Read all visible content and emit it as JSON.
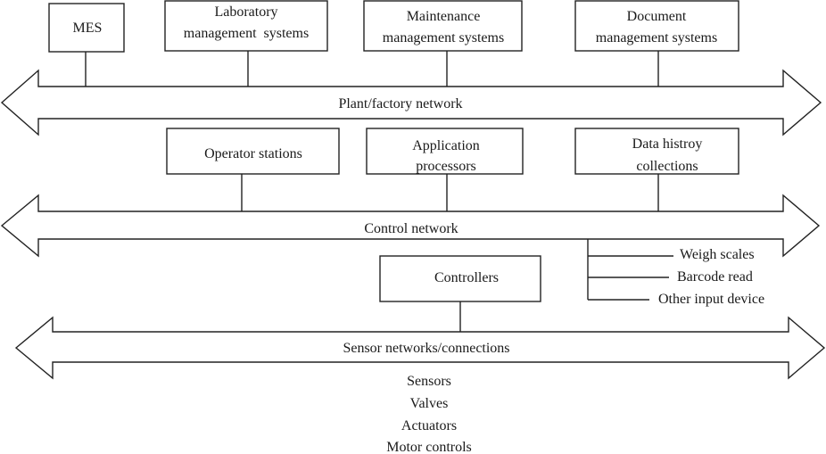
{
  "enterprise_systems": {
    "mes": "MES",
    "lab_line1": "Laboratory",
    "lab_line2": "management  systems",
    "maint_line1": "Maintenance",
    "maint_line2": "management systems",
    "doc_line1": "Document",
    "doc_line2": "management systems"
  },
  "plant_network": {
    "label": "Plant/factory network"
  },
  "control_systems": {
    "operator": "Operator stations",
    "app_line1": "Application",
    "app_line2": "processors",
    "hist_line1": "Data histroy",
    "hist_line2": "collections"
  },
  "control_network": {
    "label": "Control network"
  },
  "input_devices": {
    "weigh": "Weigh scales",
    "barcode": "Barcode read",
    "other": "Other input device"
  },
  "controllers": {
    "label": "Controllers"
  },
  "sensor_network": {
    "label": "Sensor networks/connections"
  },
  "field_devices": {
    "sensors": "Sensors",
    "valves": "Valves",
    "actuators": "Actuators",
    "motor": "Motor controls"
  }
}
